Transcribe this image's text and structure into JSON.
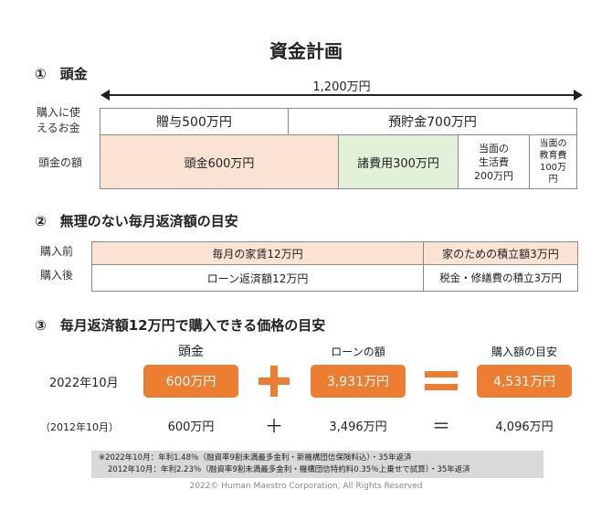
{
  "title": "資金計画",
  "section1": {
    "heading": "①　頭金",
    "total": "1,200万円",
    "row1_label_a": "購入に使",
    "row1_label_b": "えるお金",
    "gift": "贈与500万円",
    "savings": "預貯金700万円",
    "row2_label": "頭金の額",
    "down_payment": "頭金600万円",
    "expenses": "諸費用300万円",
    "living_a": "当面の",
    "living_b": "生活費",
    "living_c": "200万円",
    "edu_a": "当面の",
    "edu_b": "教育費",
    "edu_c": "100万",
    "edu_d": "円"
  },
  "section2": {
    "heading": "②　無理のない毎月返済額の目安",
    "before_label": "購入前",
    "after_label": "購入後",
    "rent": "毎月の家賃12万円",
    "home_savings": "家のための積立額3万円",
    "loan": "ローン返済額12万円",
    "tax_repair": "税金・修繕費の積立3万円"
  },
  "section3": {
    "heading": "③　毎月返済額12万円で購入できる価格の目安",
    "col_down": "頭金",
    "col_loan": "ローンの額",
    "col_target": "購入額の目安",
    "row2022_label": "2022年10月",
    "row2022_down": "600万円",
    "row2022_loan": "3,931万円",
    "row2022_total": "4,531万円",
    "row2012_label": "（2012年10月）",
    "row2012_down": "600万円",
    "row2012_plus": "＋",
    "row2012_loan": "3,496万円",
    "row2012_eq": "＝",
    "row2012_total": "4,096万円"
  },
  "notes": {
    "line1": "※2022年10月：年利1.48％（融資率9割未満最多金利・新機構団信保険料込）・35年返済",
    "line2": "2012年10月：年利2.23％（融資率9割未満最多金利・機構団信特約料0.35％上乗せで試算）・35年返済",
    "copyright": "2022© Human Maestro Corporation, All Rights Reserved"
  },
  "colors": {
    "accent": "#ed7d31",
    "peach": "#fbe3d4",
    "green": "#e2efd9"
  }
}
